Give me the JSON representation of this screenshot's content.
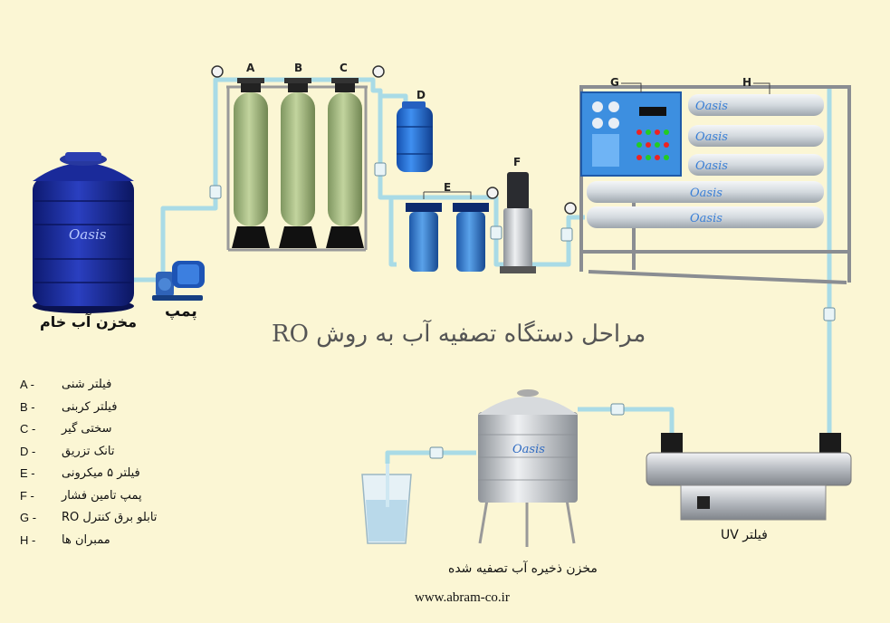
{
  "title": "مراحل دستگاه تصفیه آب به روش RO",
  "labels": {
    "raw_tank": "مخزن آب خام",
    "pump": "پمپ",
    "uv_filter": "فیلتر UV",
    "product_tank": "مخزن ذخیره آب تصفیه شده",
    "website": "www.abram-co.ir"
  },
  "brand": "Oasis",
  "stage_letters": {
    "a": "A",
    "b": "B",
    "c": "C",
    "d": "D",
    "e": "E",
    "f": "F",
    "g": "G",
    "h": "H"
  },
  "legend": [
    {
      "code": "A -",
      "text": "فیلتر شنی"
    },
    {
      "code": "B -",
      "text": "فیلتر کربنی"
    },
    {
      "code": "C -",
      "text": "سختی گیر"
    },
    {
      "code": "D -",
      "text": "تانک تزریق"
    },
    {
      "code": "E -",
      "text": "فیلتر ۵ میکرونی"
    },
    {
      "code": "F -",
      "text": "پمپ تامین فشار"
    },
    {
      "code": "G -",
      "text": "تابلو برق کنترل RO"
    },
    {
      "code": "H -",
      "text": "ممبران ها"
    }
  ],
  "colors": {
    "background": "#fbf6d4",
    "pipe": "#a9dbe6",
    "tank_blue": "#1e2fa0",
    "vessel_green": "#a8bd84",
    "housing_blue": "#3a7fd0",
    "steel": "#c9ccd1",
    "panel_blue": "#3d8fe0"
  }
}
